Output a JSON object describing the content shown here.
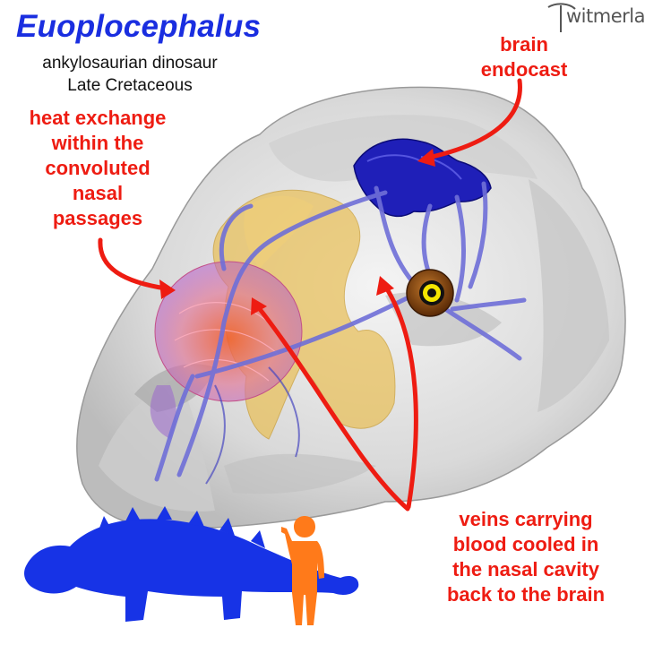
{
  "title": "Euoplocephalus",
  "subtitle_lines": [
    "ankylosaurian dinosaur",
    "Late Cretaceous"
  ],
  "logo_text": "witmerlab",
  "labels": {
    "heat_exchange_lines": [
      "heat exchange",
      "within the",
      "convoluted",
      "nasal",
      "passages"
    ],
    "brain_endocast_lines": [
      "brain",
      "endocast"
    ],
    "veins_lines": [
      "veins carrying",
      "blood cooled in",
      "the nasal cavity",
      "back to the brain"
    ]
  },
  "colors": {
    "title": "#1a2ee0",
    "label_red": "#ee1c12",
    "skull": "#e6e6e6",
    "brain": "#1f1fb8",
    "veins": "#6f6fd8",
    "nasal_passages": "#e9bf55",
    "heat_exchange": "#e6704e",
    "eye": "#7a3d0d",
    "dinosaur_silhouette": "#1733e6",
    "human_silhouette": "#ff7a1a"
  },
  "icons": [
    "pickaxe-logo-icon",
    "dinosaur-silhouette-icon",
    "human-silhouette-icon"
  ]
}
